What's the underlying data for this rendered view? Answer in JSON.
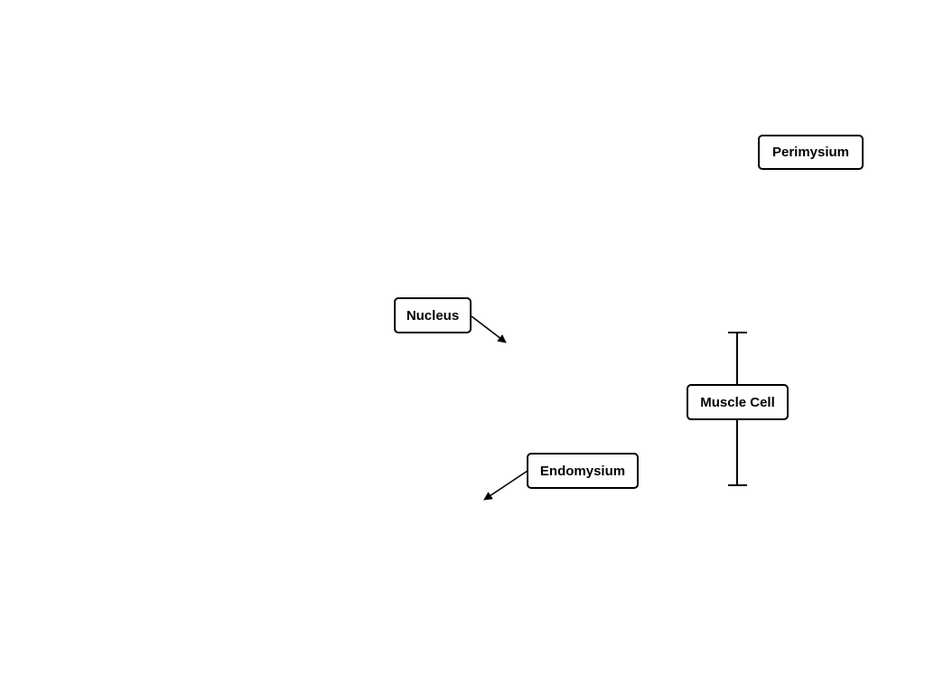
{
  "labels": {
    "perimysium": "Perimysium",
    "nucleus": "Nucleus",
    "muscle_cell": "Muscle Cell",
    "endomysium": "Endomysium"
  },
  "colors": {
    "stroke": "#000000",
    "background": "#ffffff"
  }
}
